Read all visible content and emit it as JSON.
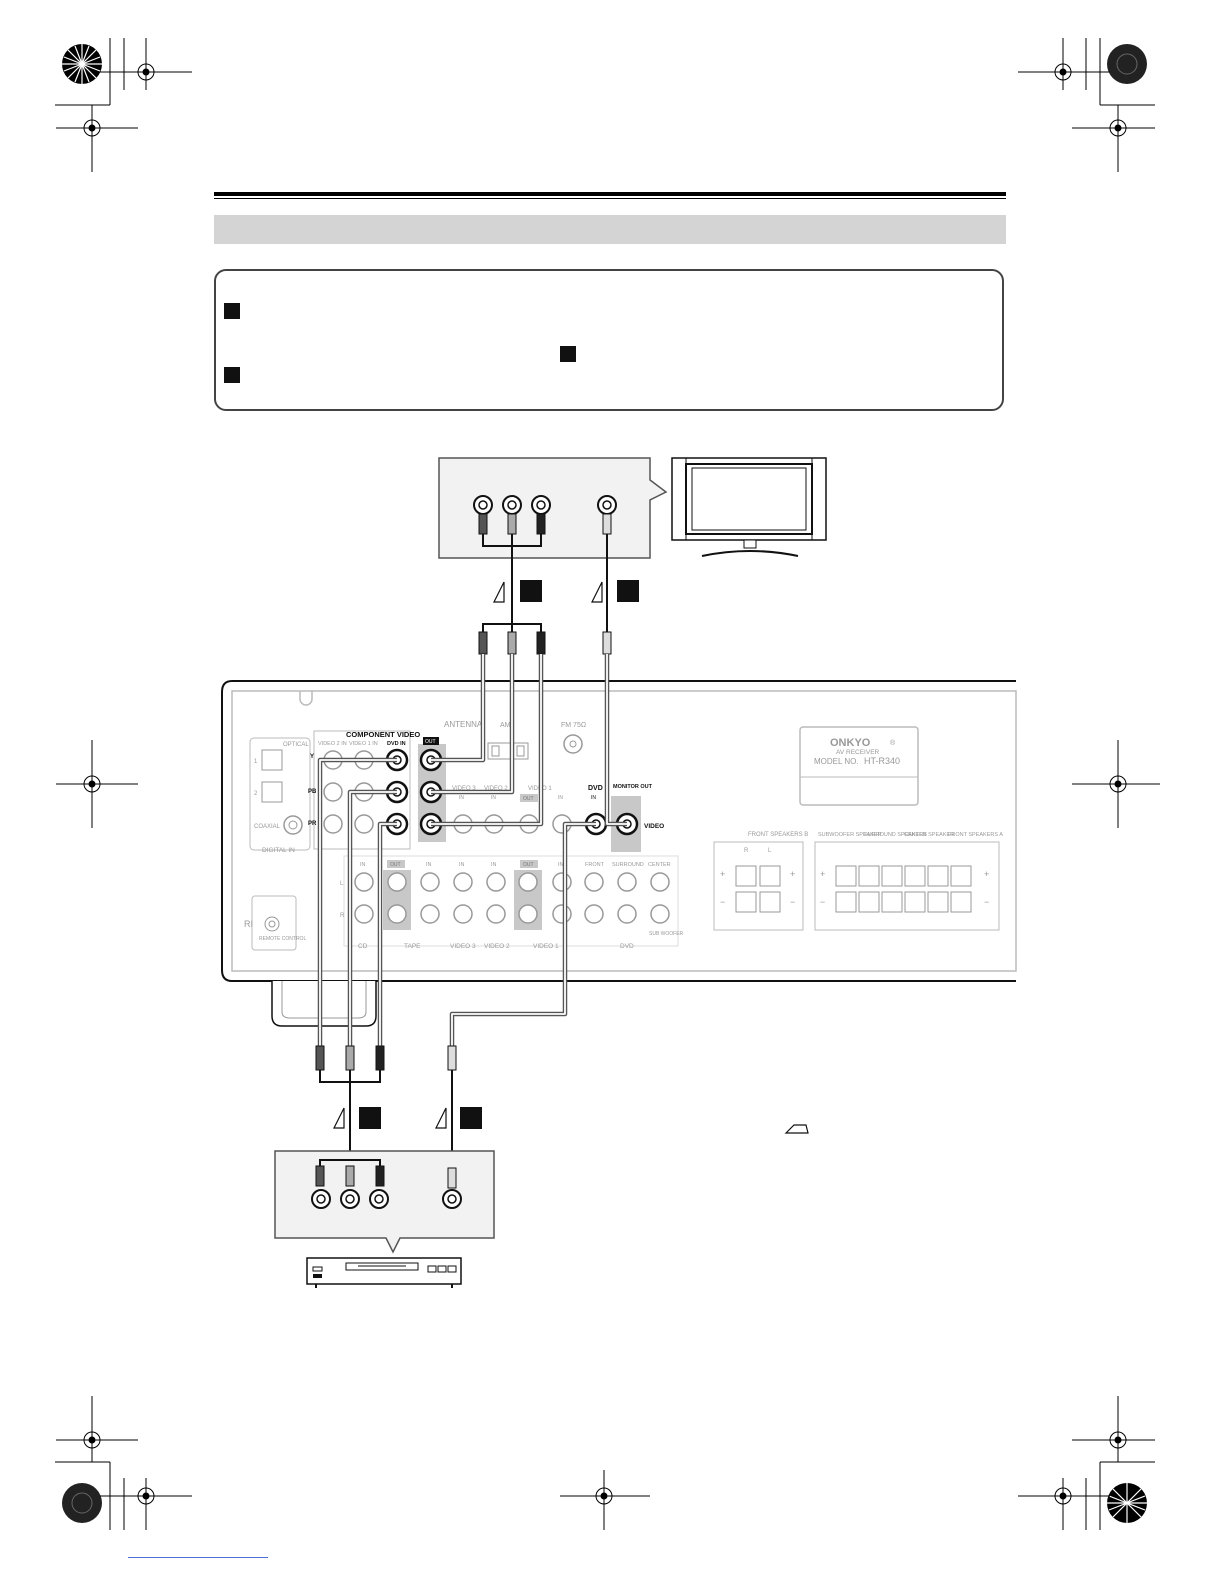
{
  "receiver": {
    "brand": "ONKYO",
    "registered_mark": "®",
    "type_label": "AV RECEIVER",
    "model_prefix": "MODEL NO.",
    "model_number": "HT-R340",
    "component_video": "COMPONENT VIDEO",
    "video2_in": "VIDEO 2 IN",
    "video1_in": "VIDEO 1 IN",
    "dvd_in": "DVD IN",
    "out": "OUT",
    "y": "Y",
    "pb": "PB",
    "pr": "PR",
    "optical": "OPTICAL",
    "coaxial": "COAXIAL",
    "digital_in": "DIGITAL IN",
    "antenna": "ANTENNA",
    "am": "AM",
    "fm": "FM 75Ω",
    "video3": "VIDEO 3",
    "video2": "VIDEO 2",
    "video1": "VIDEO 1",
    "in": "IN",
    "dvd": "DVD",
    "monitor_out": "MONITOR OUT",
    "video": "VIDEO",
    "cd": "CD",
    "tape": "TAPE",
    "front": "FRONT",
    "surround": "SURROUND",
    "center": "CENTER",
    "subwoofer": "SUB WOOFER",
    "ri": "RI",
    "remote_control": "REMOTE CONTROL",
    "front_speakers_b": "FRONT SPEAKERS B",
    "front_speakers_a": "FRONT SPEAKERS A",
    "subwoofer_speaker": "SUBWOOFER SPEAKER",
    "surround_speakers": "SURROUND SPEAKERS",
    "center_speaker": "CENTER SPEAKER",
    "l": "L",
    "r": "R",
    "plus": "+",
    "minus": "−",
    "port_1": "1",
    "port_2": "2"
  },
  "colors": {
    "ink": "#111111",
    "gray_panel": "#9a9a9a",
    "gray_band": "#d4d4d4",
    "cable_gray": "#8a8a8a"
  }
}
